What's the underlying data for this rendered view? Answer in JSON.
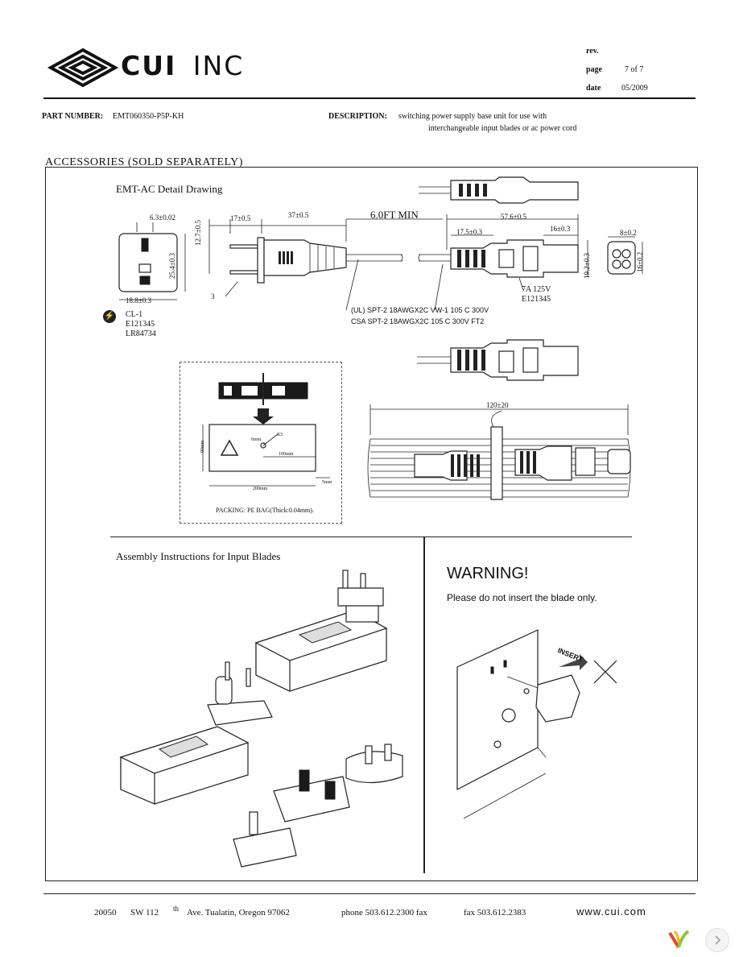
{
  "header": {
    "company": "CUI INC",
    "company_bold": "CUI",
    "company_light": "INC",
    "rev_label": "rev.",
    "rev_value": "",
    "page_label": "page",
    "page_value": "7 of 7",
    "date_label": "date",
    "date_value": "05/2009"
  },
  "part": {
    "label": "PART NUMBER:",
    "value": "EMT060350-P5P-KH"
  },
  "description": {
    "label": "DESCRIPTION:",
    "line1": "switching power supply base unit for use with",
    "line2": "interchangeable input blades or ac power cord"
  },
  "section": {
    "title": "ACCESSORIES (SOLD SEPARATELY)",
    "drawing_title": "EMT-AC Detail Drawing",
    "cord_length": "6.0FT MIN",
    "dims": {
      "d1": "6.3±0.02",
      "d2": "12.7±0.5",
      "d3": "25.4±0.3",
      "d4": "18.8±0.3",
      "d5": "17±0.5",
      "d6": "37±0.5",
      "d7": "3",
      "d8": "57.6±0.5",
      "d9": "17.5±0.3",
      "d10": "16±0.3",
      "d11": "19.2±0.3",
      "d12": "8±0.2",
      "d13": "16±0.2",
      "d14": "120±20"
    },
    "cert": {
      "line1": "CL-1",
      "line2": "E121345",
      "line3": "LR84734"
    },
    "rating": {
      "line1": "7A 125V",
      "line2": "E121345"
    },
    "cable_spec": {
      "line1": "(UL) SPT-2  18AWGX2C VW-1 105 C 300V",
      "line2": "CSA SPT-2  18AWGX2C 105 C 300V  FT2"
    },
    "packing": {
      "note": "PACKING: PE BAG(Thick:0.04mm).",
      "w200": "200mm",
      "w100": "100mm",
      "h90": "90mm",
      "h5": "5mm",
      "r": "R3",
      "ph": "6mm"
    }
  },
  "assembly": {
    "title": "Assembly Instructions for Input Blades"
  },
  "warning": {
    "title": "WARNING!",
    "text": "Please do not insert the blade only.",
    "insert_label": "INSERT"
  },
  "footer": {
    "addr1": "20050",
    "addr2": "SW 112",
    "addr_sup": "th",
    "addr3": "Ave. Tualatin, Oregon 97062",
    "phone": "phone 503.612.2300  fax",
    "fax": "fax 503.612.2383",
    "web": "www.cui.com"
  }
}
